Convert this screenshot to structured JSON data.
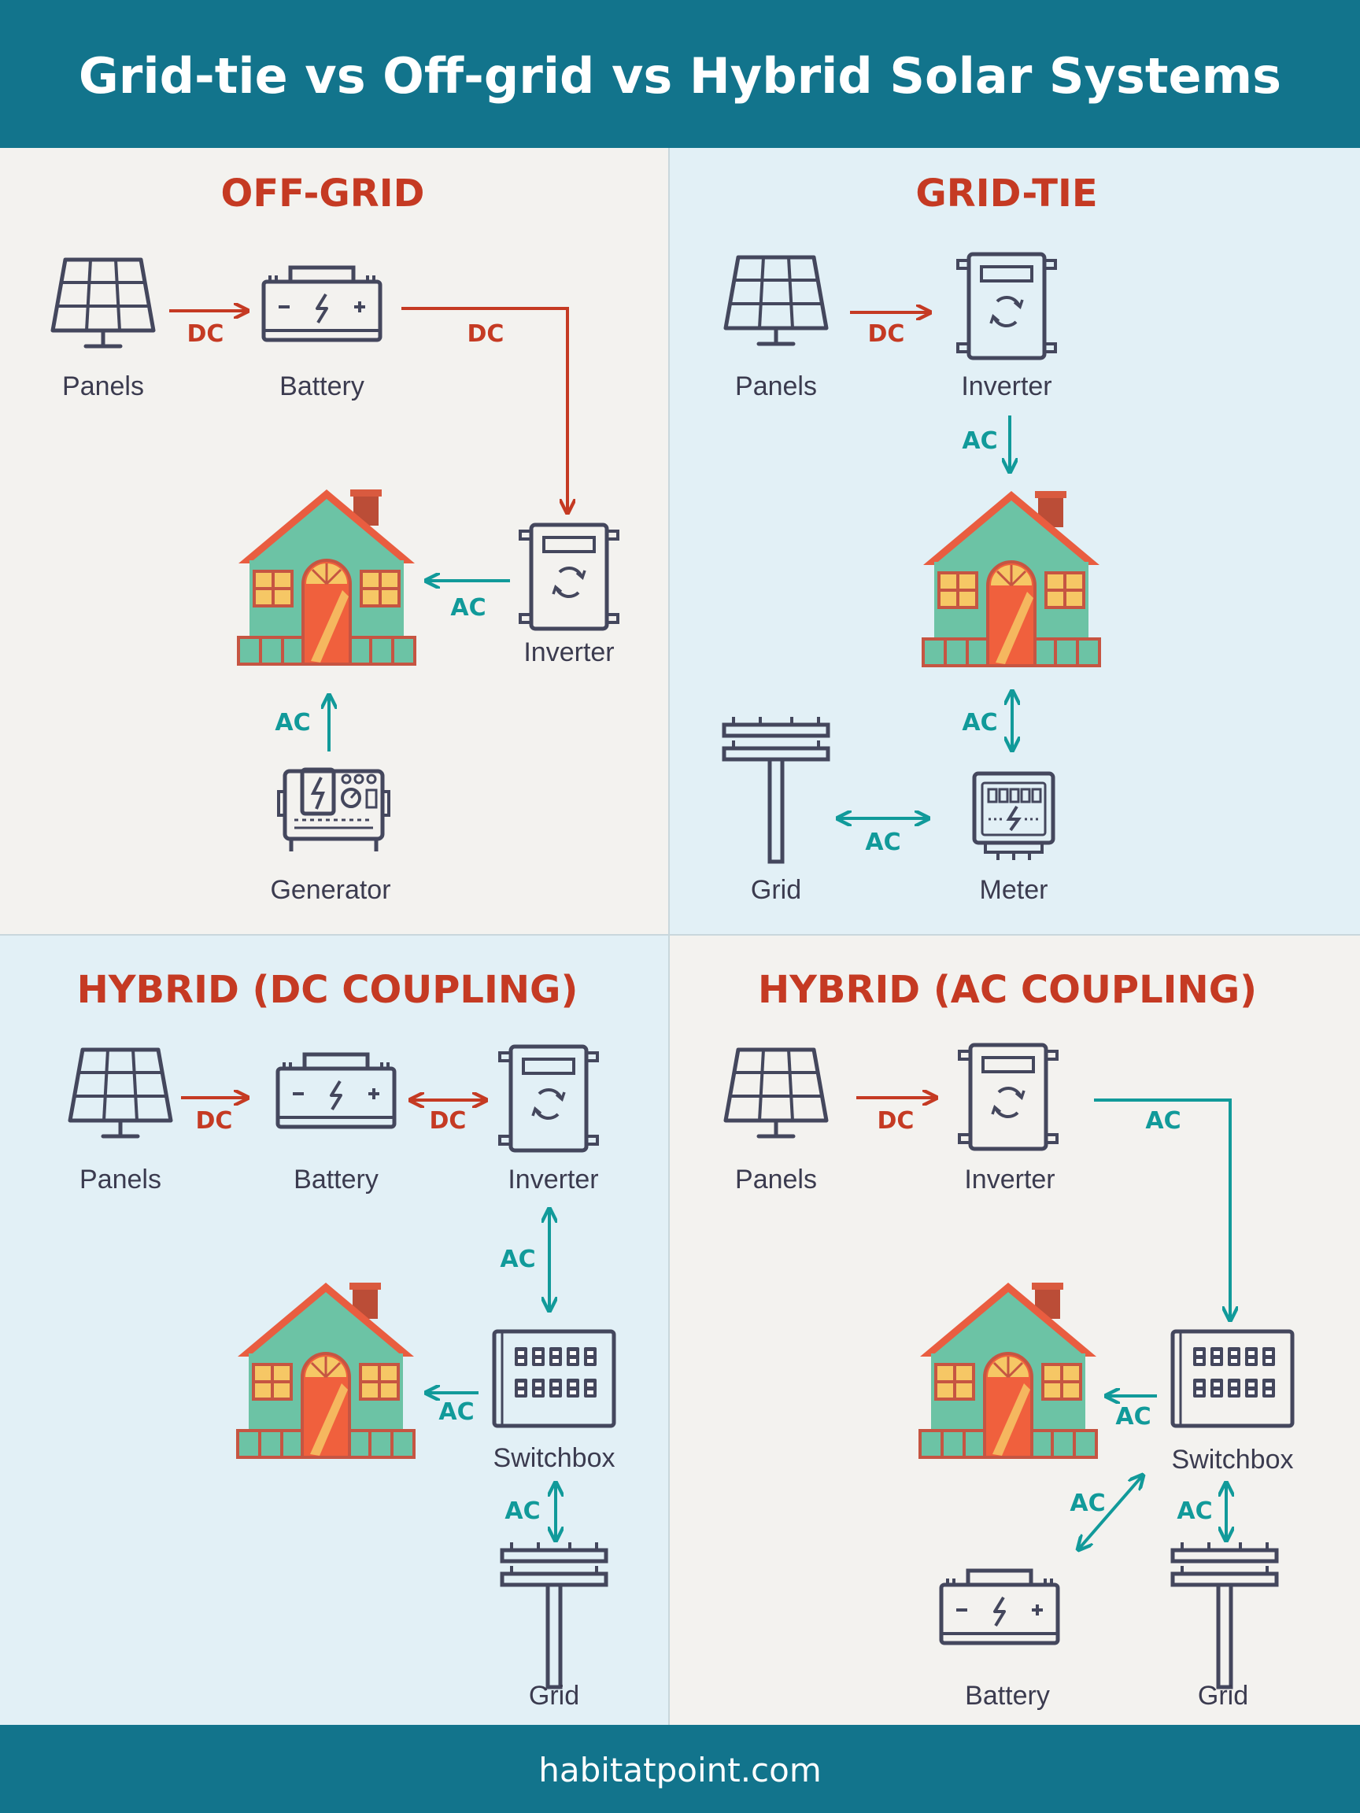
{
  "header": {
    "title": "Grid-tie vs Off-grid vs Hybrid Solar Systems"
  },
  "footer": {
    "site": "habitatpoint.com"
  },
  "colors": {
    "header_bg": "#12748c",
    "title_red": "#c53a23",
    "dc_red": "#c53a23",
    "ac_teal": "#119a9a",
    "icon_dark": "#44475d",
    "panel_light": "#f3f2ef",
    "panel_blue": "#e2f0f6",
    "house_green": "#6cc3a5",
    "house_roof": "#e95d40",
    "house_door": "#f0603d",
    "window_yellow": "#f6c765"
  },
  "quadrants": {
    "off_grid": {
      "title": "OFF-GRID",
      "labels": {
        "panels": "Panels",
        "battery": "Battery",
        "inverter": "Inverter",
        "generator": "Generator"
      },
      "connections": {
        "panels_battery": "DC",
        "battery_inverter": "DC",
        "inverter_house": "AC",
        "generator_house": "AC"
      }
    },
    "grid_tie": {
      "title": "GRID-TIE",
      "labels": {
        "panels": "Panels",
        "inverter": "Inverter",
        "grid": "Grid",
        "meter": "Meter"
      },
      "connections": {
        "panels_inverter": "DC",
        "inverter_house": "AC",
        "house_meter": "AC",
        "grid_meter": "AC"
      }
    },
    "hybrid_dc": {
      "title": "HYBRID (DC COUPLING)",
      "labels": {
        "panels": "Panels",
        "battery": "Battery",
        "inverter": "Inverter",
        "switchbox": "Switchbox",
        "grid": "Grid"
      },
      "connections": {
        "panels_battery": "DC",
        "battery_inverter": "DC",
        "inverter_switchbox": "AC",
        "switchbox_house": "AC",
        "switchbox_grid": "AC"
      }
    },
    "hybrid_ac": {
      "title": "HYBRID (AC COUPLING)",
      "labels": {
        "panels": "Panels",
        "inverter": "Inverter",
        "switchbox": "Switchbox",
        "battery": "Battery",
        "grid": "Grid"
      },
      "connections": {
        "panels_inverter": "DC",
        "inverter_switchbox": "AC",
        "switchbox_house": "AC",
        "switchbox_battery": "AC",
        "switchbox_grid": "AC"
      }
    }
  }
}
